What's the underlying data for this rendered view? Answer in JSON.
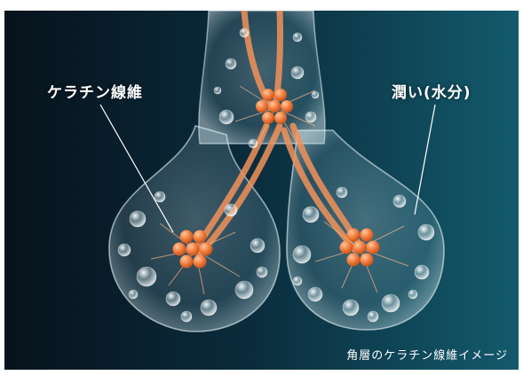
{
  "illustration": {
    "label_keratin": "ケラチン線維",
    "label_moisture": "潤い(水分)",
    "caption": "角層のケラチン線維イメージ",
    "colors": {
      "background_dark": "#06111c",
      "background_teal": "#0f4c5e",
      "fiber": "#f2925a",
      "cluster": "#f07a3a",
      "bubble": "#dfeff5"
    }
  }
}
